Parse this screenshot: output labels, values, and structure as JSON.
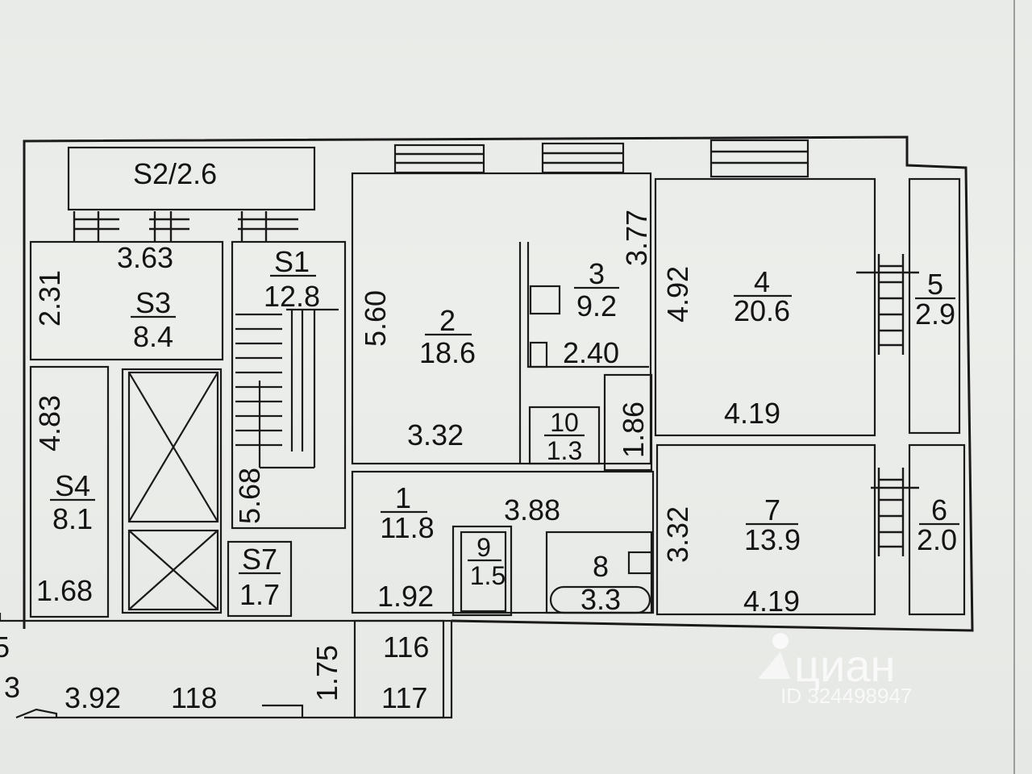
{
  "rooms": [
    {
      "num": "S2",
      "area": "2.6"
    },
    {
      "num": "S3",
      "area": "8.4"
    },
    {
      "num": "S1",
      "area": "12.8"
    },
    {
      "num": "S4",
      "area": "8.1"
    },
    {
      "num": "S7",
      "area": "1.7"
    },
    {
      "num": "2",
      "area": "18.6"
    },
    {
      "num": "3",
      "area": "9.2"
    },
    {
      "num": "4",
      "area": "20.6"
    },
    {
      "num": "5",
      "area": "2.9"
    },
    {
      "num": "10",
      "area": "1.3"
    },
    {
      "num": "1",
      "area": "11.8"
    },
    {
      "num": "7",
      "area": "13.9"
    },
    {
      "num": "6",
      "area": "2.0"
    },
    {
      "num": "9",
      "area": "1.5"
    },
    {
      "num": "8",
      "area": "3.3"
    }
  ],
  "dimensions": [
    "3.63",
    "2.31",
    "4.83",
    "1.68",
    "5.68",
    "5.60",
    "3.32",
    "3.77",
    "2.40",
    "1.86",
    "4.92",
    "4.19",
    "3.88",
    "1.92",
    "3.32",
    "4.19",
    "1.75",
    "3.92"
  ],
  "markers": [
    "116",
    "117",
    "118",
    "5",
    "3"
  ],
  "watermark": {
    "brand": "циан",
    "id": "ID 324498947"
  }
}
